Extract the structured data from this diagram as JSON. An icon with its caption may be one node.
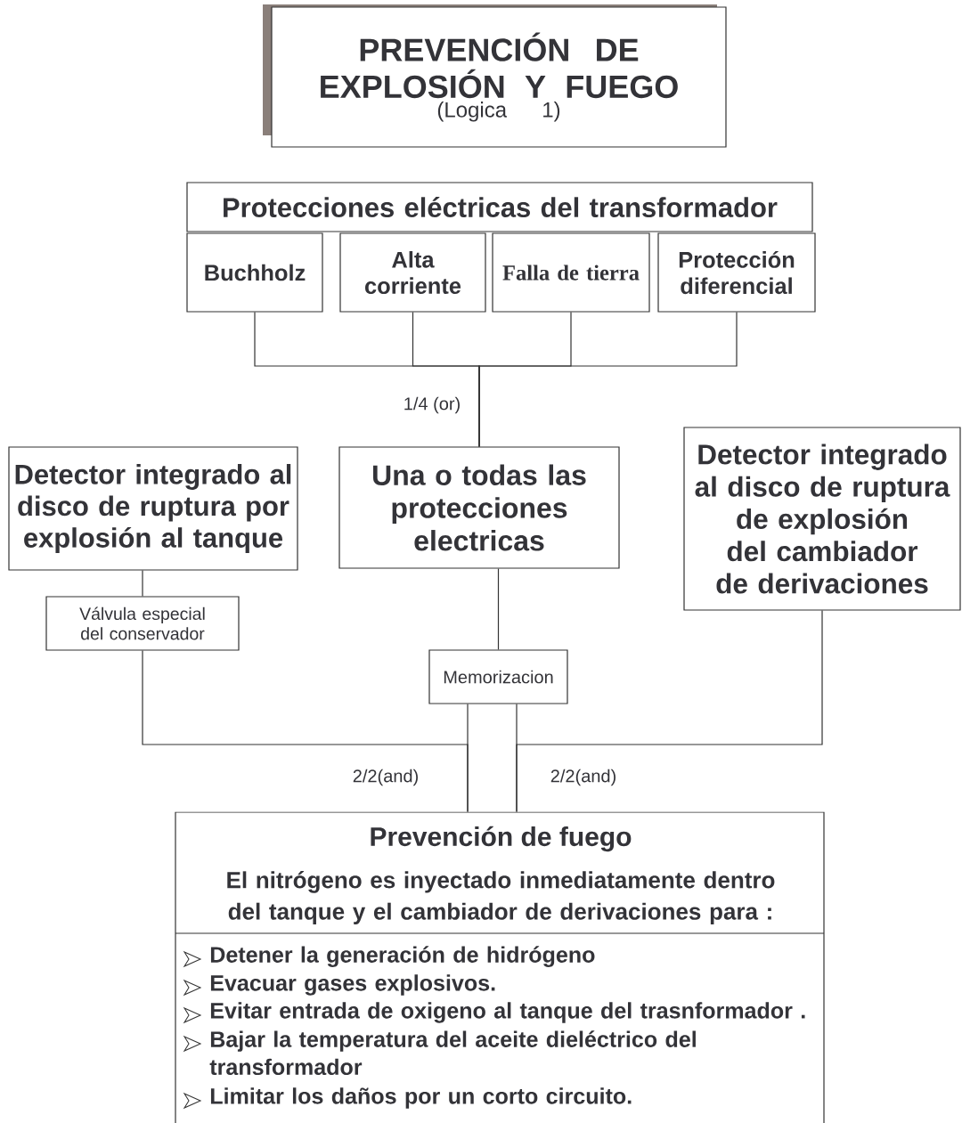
{
  "diagram": {
    "nodes": [
      {
        "text": [
          "PREVENCIÓN DE EXPLOSIÓN Y FUEGO",
          "(Logica 1)"
        ]
      },
      {
        "text": [
          "Protecciones eléctricas del transformador"
        ]
      },
      {
        "text": [
          "Buchholz"
        ]
      },
      {
        "text": [
          "Alta corriente"
        ]
      },
      {
        "text": [
          "Falla de tierra"
        ]
      },
      {
        "text": [
          "Protección diferencial"
        ]
      },
      {
        "text": [
          "Detector integrado al disco de ruptura por explosión al tanque"
        ]
      },
      {
        "text": [
          "Una o todas las protecciones electricas"
        ]
      },
      {
        "text": [
          "Detector integrado al disco de ruptura de explosión del cambiador de derivaciones"
        ]
      },
      {
        "text": [
          "Válvula especial del conservador"
        ]
      },
      {
        "text": [
          "Memorizacion"
        ]
      },
      {
        "text": [
          "Prevención de fuego",
          "El nitrógeno es inyectado inmediatamente dentro del tanque y el cambiador de derivaciones para :",
          "Detener la generación de hidrógeno",
          "Evacuar gases explosivos.",
          "Evitar entrada de oxigeno al tanque del trasnformador .",
          "Bajar la temperatura del aceite dieléctrico del transformador",
          "Limitar los daños por un corto circuito."
        ]
      }
    ],
    "edges": [
      {
        "from": 2,
        "to": 7,
        "arrow": "none"
      },
      {
        "from": 3,
        "to": 7,
        "arrow": "none",
        "label": "1/4 (or)"
      },
      {
        "from": 4,
        "to": 7,
        "arrow": "none"
      },
      {
        "from": 5,
        "to": 7,
        "arrow": "none"
      },
      {
        "from": 6,
        "to": 9,
        "arrow": "none"
      },
      {
        "from": 9,
        "to": 11,
        "arrow": "none",
        "label": "2/2(and)"
      },
      {
        "from": 10,
        "to": 11,
        "arrow": "none"
      },
      {
        "from": 10,
        "to": 11,
        "arrow": "none"
      },
      {
        "from": 8,
        "to": 11,
        "arrow": "none",
        "label": "2/2(and)"
      },
      {
        "from": 7,
        "to": 10,
        "arrow": "none"
      }
    ]
  }
}
